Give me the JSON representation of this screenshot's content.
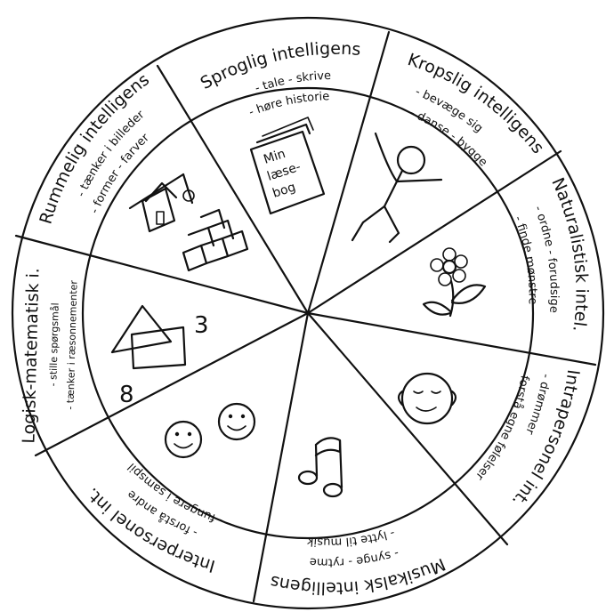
{
  "segments": [
    {
      "key": "sprog",
      "title": "Sproglig intelligens",
      "lines": [
        "- tale   - skrive",
        "- høre historie"
      ],
      "icon": "book-icon",
      "icon_text": [
        "Min",
        "læse-",
        "bog"
      ]
    },
    {
      "key": "krop",
      "title": "Kropslig intelligens",
      "lines": [
        "- bevæge sig",
        "- danse      - bygge"
      ],
      "icon": "stick-figure-icon"
    },
    {
      "key": "natur",
      "title": "Naturalistisk intel.",
      "lines": [
        "- ordne     - forudsige",
        "- finde mønstre"
      ],
      "icon": "flower-icon"
    },
    {
      "key": "intra",
      "title": "Intrapersonel int.",
      "lines": [
        "- drømmer",
        "- forstå egne følelser"
      ],
      "icon": "calm-face-icon"
    },
    {
      "key": "musik",
      "title": "Musikalsk intelligens",
      "lines": [
        "- synge     - rytme",
        "- lytte til musik"
      ],
      "icon": "music-note-icon"
    },
    {
      "key": "inter",
      "title": "Interpersonel int.",
      "lines": [
        "- forstå andre",
        "- fungere i samspil"
      ],
      "icon": "smiley-faces-icon"
    },
    {
      "key": "logik",
      "title": "Logisk-matematisk i.",
      "lines": [
        "- stille spørgsmål",
        "- tænker i ræsonnementer"
      ],
      "icon": "shapes-numbers-icon",
      "icon_digits": [
        "3",
        "8"
      ]
    },
    {
      "key": "rum",
      "title": "Rummelig intelligens",
      "lines": [
        "- tænker i billeder",
        "- former   - farver"
      ],
      "icon": "house-blocks-icon"
    }
  ]
}
